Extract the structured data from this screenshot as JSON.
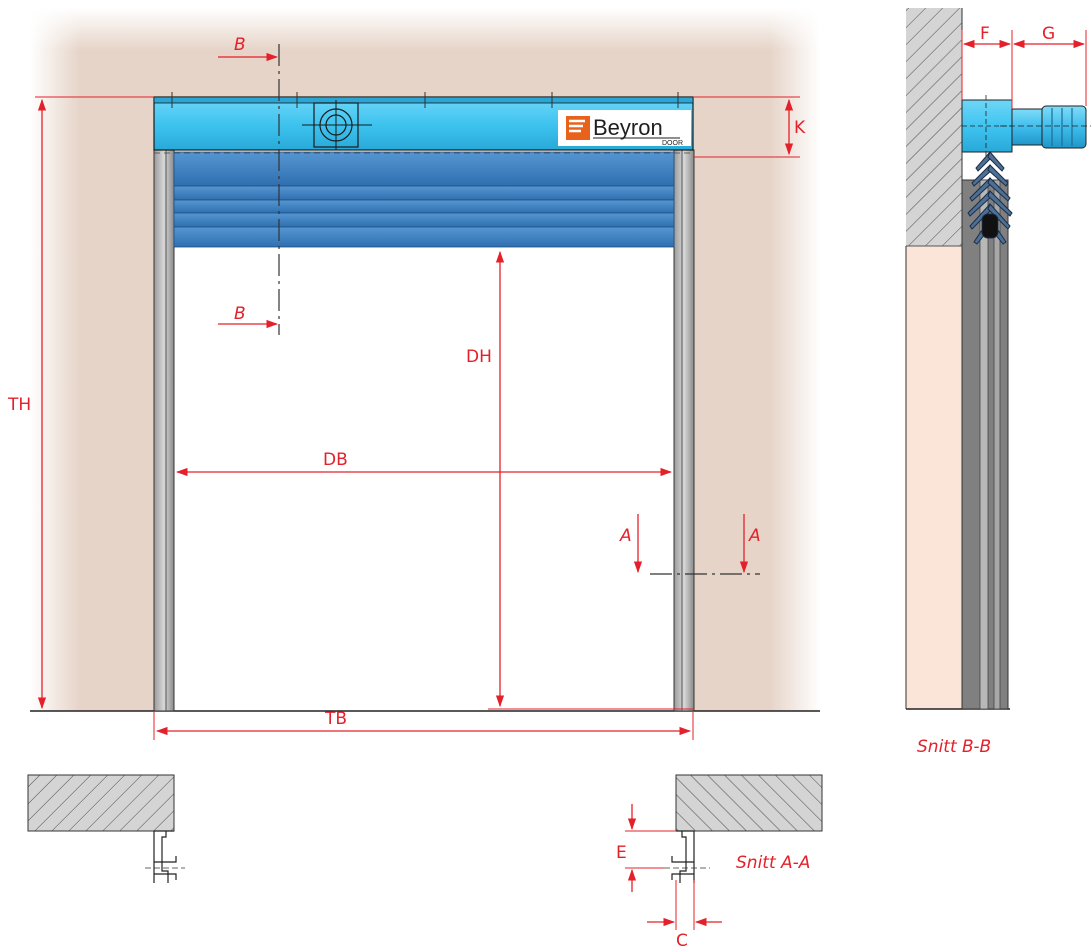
{
  "dimensions": {
    "th": "TH",
    "tb": "TB",
    "dh": "DH",
    "db": "DB",
    "k": "K",
    "f": "F",
    "g": "G",
    "e": "E",
    "c": "C"
  },
  "section_markers": {
    "b_top": "B",
    "b_bottom": "B",
    "a_left": "A",
    "a_right": "A"
  },
  "captions": {
    "section_aa": "Snitt A-A",
    "section_bb": "Snitt B-B"
  },
  "logo": {
    "name": "Beyron",
    "sub": "DOOR"
  },
  "colors": {
    "dimension_red": "#e4202a",
    "housing_cyan": "#3fc4f0",
    "curtain_blue": "#3a7fc0",
    "wall_beige": "#e6d4c8",
    "wall_pink": "#fbe5d9",
    "guide_grey": "#8a8a8a",
    "logo_orange": "#e8621c"
  }
}
